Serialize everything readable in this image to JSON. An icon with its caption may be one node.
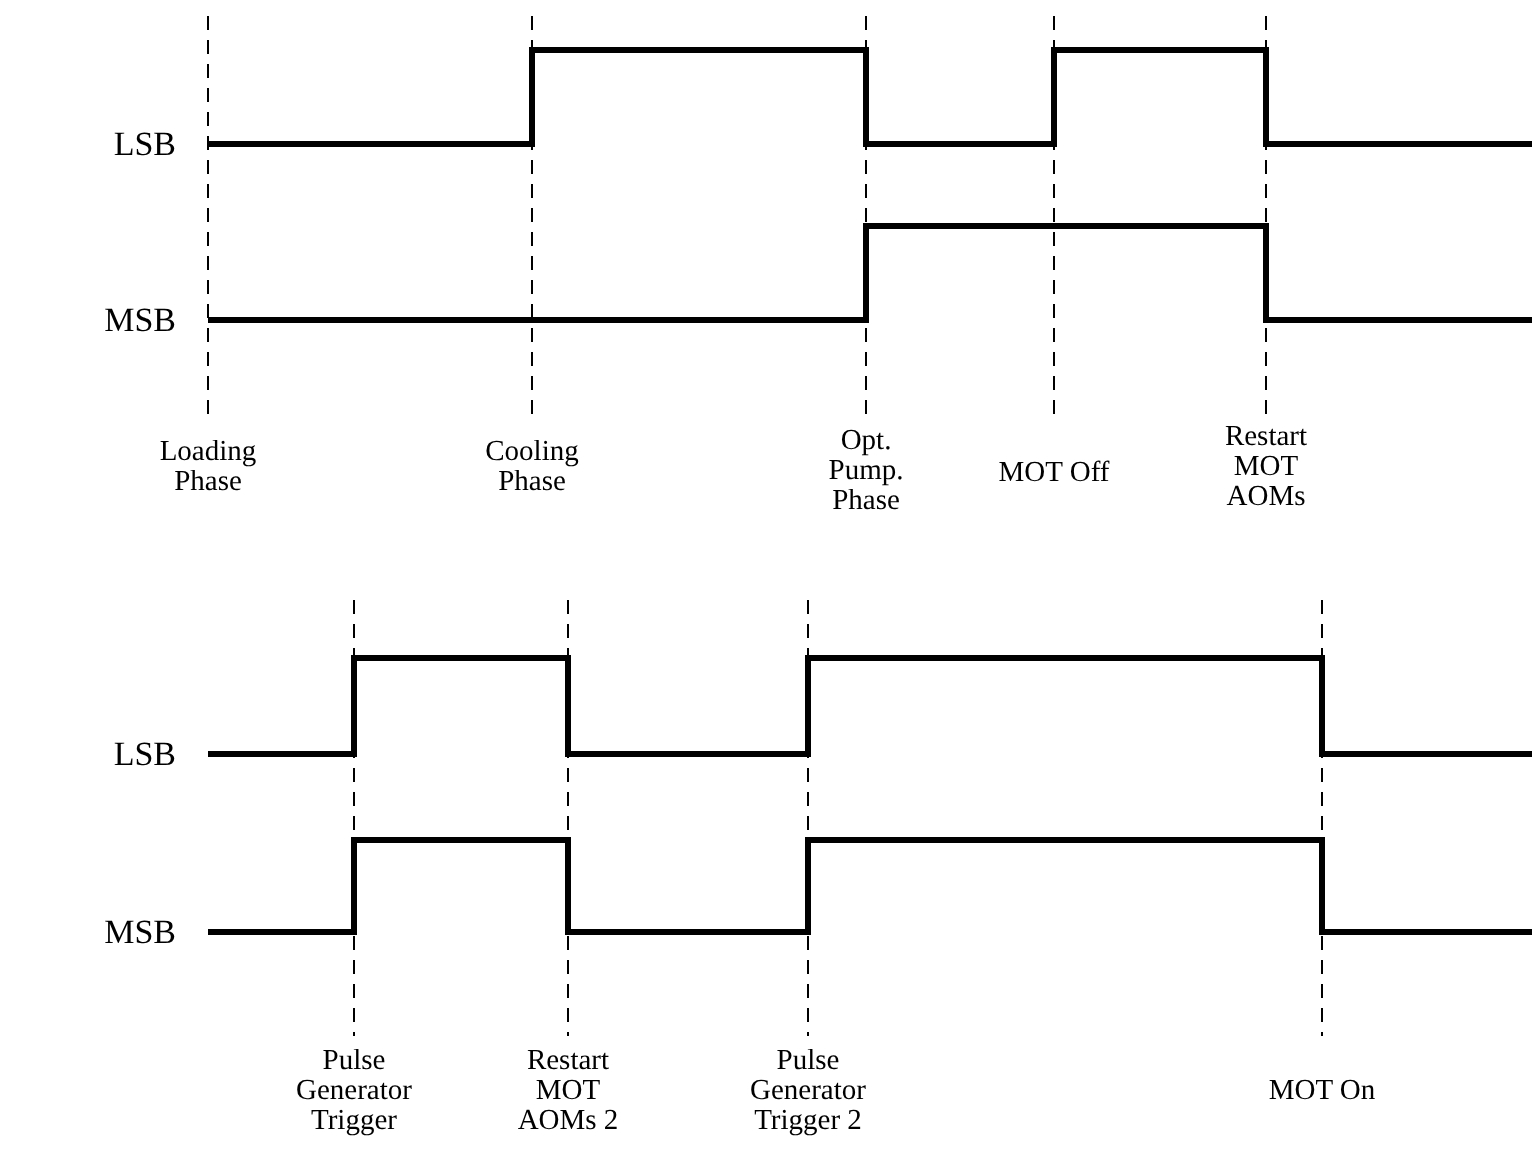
{
  "diagram": {
    "labels": [
      "LSB",
      "MSB",
      "Loading Phase",
      "Cooling Phase",
      "Opt. Pump. Phase",
      "MOT Off",
      "Restart MOT AOMs",
      "LSB",
      "MSB",
      "Pulse Generator Trigger",
      "Restart MOT AOMs 2",
      "Pulse Generator Trigger 2",
      "MOT On"
    ]
  }
}
